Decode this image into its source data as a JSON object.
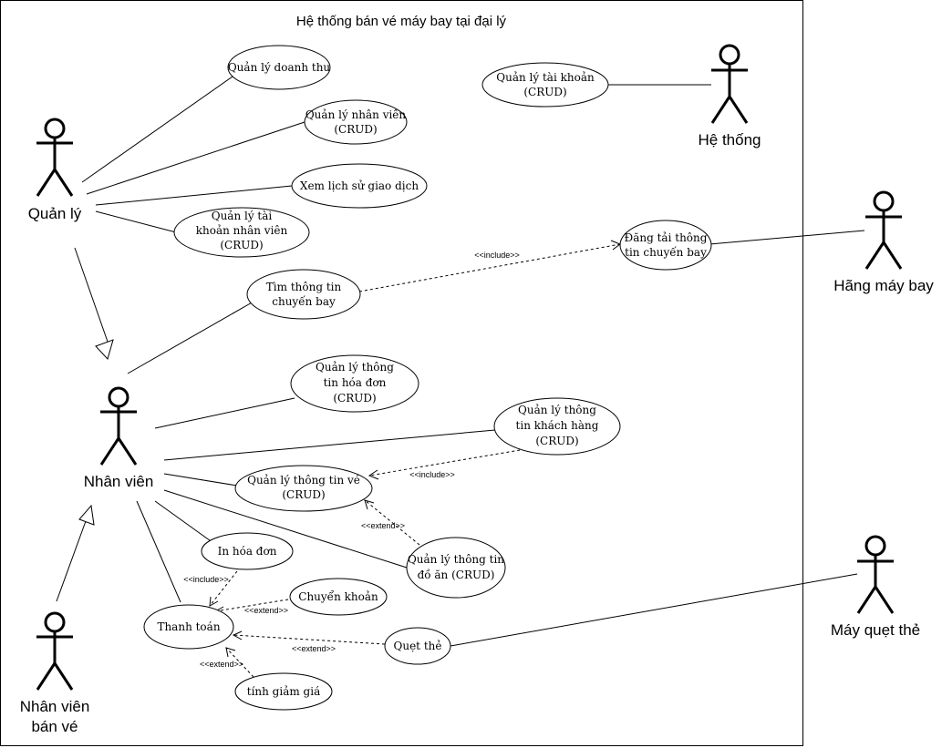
{
  "system": {
    "title": "Hệ thống bán vé máy bay tại đại lý"
  },
  "actors": {
    "quan_ly": "Quản lý",
    "nhan_vien": "Nhân viên",
    "nhan_vien_ban_ve_line1": "Nhân viên",
    "nhan_vien_ban_ve_line2": "bán vé",
    "he_thong": "Hệ thống",
    "hang_may_bay": "Hãng máy bay",
    "may_quet_the": "Máy quẹt thẻ"
  },
  "use_cases": {
    "quan_ly_doanh_thu": [
      "Quản lý doanh thu"
    ],
    "quan_ly_nhan_vien": [
      "Quản lý nhân viên",
      "(CRUD)"
    ],
    "xem_lich_su_giao_dich": [
      "Xem lịch sử giao dịch"
    ],
    "quan_ly_tai_khoan_nhan_vien": [
      "Quản lý tài",
      "khoản nhân viên",
      "(CRUD)"
    ],
    "quan_ly_tai_khoan": [
      "Quản lý tài khoản",
      "(CRUD)"
    ],
    "dang_tai_thong_tin_chuyen_bay": [
      "Đăng tải thông",
      "tin chuyến bay"
    ],
    "tim_thong_tin_chuyen_bay": [
      "Tìm thông tin",
      "chuyến bay"
    ],
    "quan_ly_thong_tin_hoa_don": [
      "Quản lý thông",
      "tin hóa đơn",
      "(CRUD)"
    ],
    "quan_ly_thong_tin_khach_hang": [
      "Quản lý thông",
      "tin khách hàng",
      "(CRUD)"
    ],
    "quan_ly_thong_tin_ve": [
      "Quản lý thông tin vé",
      "(CRUD)"
    ],
    "in_hoa_don": [
      "In hóa đơn"
    ],
    "quan_ly_thong_tin_do_an": [
      "Quản lý thông tin",
      "đồ ăn (CRUD)"
    ],
    "chuyen_khoan": [
      "Chuyển khoản"
    ],
    "thanh_toan": [
      "Thanh toán"
    ],
    "quet_the": [
      "Quẹt thẻ"
    ],
    "tinh_giam_gia": [
      "tính giảm giá"
    ]
  },
  "stereotypes": {
    "include": "<<include>>",
    "extend": "<<extend>>"
  }
}
